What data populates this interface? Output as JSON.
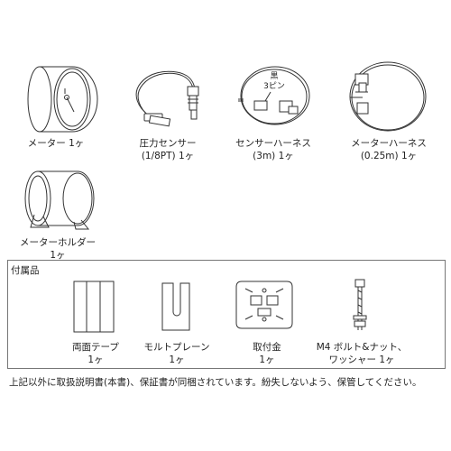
{
  "items": [
    {
      "line1": "メーター 1ヶ",
      "line2": ""
    },
    {
      "line1": "圧力センサー",
      "line2": "(1/8PT) 1ヶ"
    },
    {
      "line1": "センサーハーネス",
      "line2": "(3m) 1ヶ"
    },
    {
      "line1": "メーターハーネス",
      "line2": "(0.25m) 1ヶ"
    },
    {
      "line1": "メーターホルダー",
      "line2": "1ヶ"
    }
  ],
  "connector_label": {
    "line1": "黒",
    "line2": "3ピン"
  },
  "accessories": {
    "title": "付属品",
    "items": [
      {
        "line1": "両面テープ",
        "line2": "1ヶ"
      },
      {
        "line1": "モルトプレーン",
        "line2": "1ヶ"
      },
      {
        "line1": "取付金",
        "line2": "1ヶ"
      },
      {
        "line1": "M4 ボルト&ナット、",
        "line2": "ワッシャー 1ヶ"
      }
    ]
  },
  "footer": "上記以外に取扱説明書(本書)、保証書が同梱されています。紛失しないよう、保管してください。"
}
